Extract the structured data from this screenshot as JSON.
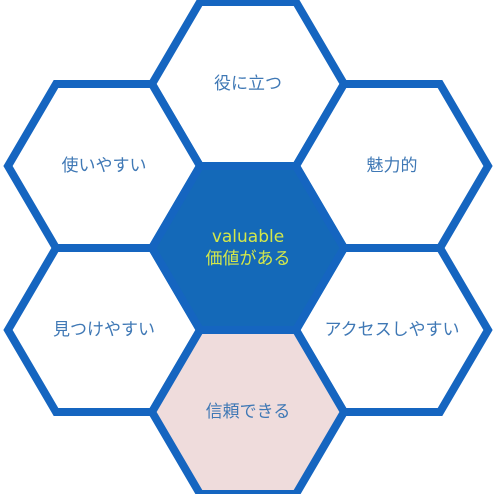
{
  "colors": {
    "stroke": "#1565C0",
    "fill_default": "#FFFFFF",
    "fill_center": "#1469B8",
    "fill_highlight": "#EFDCDC",
    "text_default": "#3F78B5",
    "text_center": "#D4E84A"
  },
  "hexes": [
    {
      "id": "useful",
      "lines": [
        "役に立つ"
      ],
      "fill": "fill_default",
      "text_color": "text_default"
    },
    {
      "id": "easy-to-use",
      "lines": [
        "使いやすい"
      ],
      "fill": "fill_default",
      "text_color": "text_default"
    },
    {
      "id": "attractive",
      "lines": [
        "魅力的"
      ],
      "fill": "fill_default",
      "text_color": "text_default"
    },
    {
      "id": "valuable",
      "lines": [
        "valuable",
        "価値がある"
      ],
      "fill": "fill_center",
      "text_color": "text_center"
    },
    {
      "id": "easy-to-find",
      "lines": [
        "見つけやすい"
      ],
      "fill": "fill_default",
      "text_color": "text_default"
    },
    {
      "id": "accessible",
      "lines": [
        "アクセスしやすい"
      ],
      "fill": "fill_default",
      "text_color": "text_default"
    },
    {
      "id": "trustworthy",
      "lines": [
        "信頼できる"
      ],
      "fill": "fill_highlight",
      "text_color": "text_default"
    }
  ]
}
